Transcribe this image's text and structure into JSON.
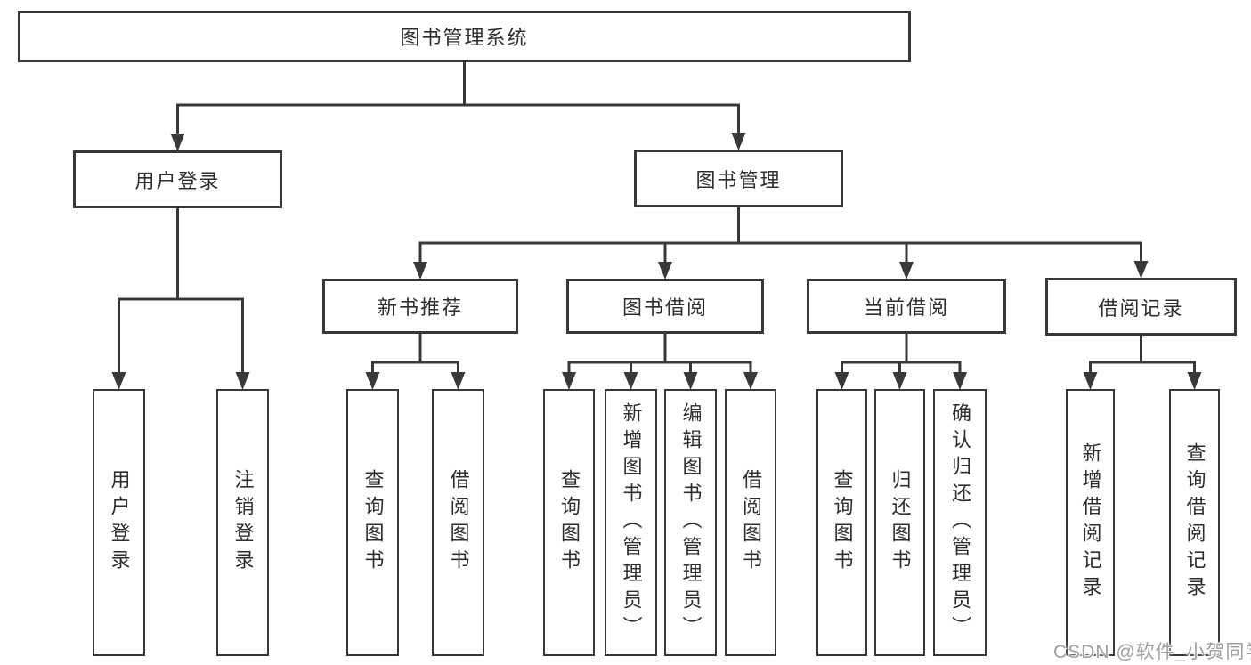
{
  "colors": {
    "line": "#383838",
    "text": "#2e2e2e",
    "background": "#ffffff",
    "watermark": "#a0a0a0"
  },
  "watermark": {
    "text": "CSDN @软件_小贺同学"
  },
  "tree": {
    "id": "root",
    "label": "图书管理系统",
    "children": [
      {
        "id": "user-login",
        "label": "用户登录",
        "children": [
          {
            "id": "leaf-user-login",
            "label": "用户登录"
          },
          {
            "id": "leaf-logout",
            "label": "注销登录"
          }
        ]
      },
      {
        "id": "book-mgmt",
        "label": "图书管理",
        "children": [
          {
            "id": "new-book-recommend",
            "label": "新书推荐",
            "children": [
              {
                "id": "rec-query-book",
                "label": "查询图书"
              },
              {
                "id": "rec-borrow-book",
                "label": "借阅图书"
              }
            ]
          },
          {
            "id": "book-borrow",
            "label": "图书借阅",
            "children": [
              {
                "id": "bor-query-book",
                "label": "查询图书"
              },
              {
                "id": "bor-add-book",
                "label": "新增图书（管理员）"
              },
              {
                "id": "bor-edit-book",
                "label": "编辑图书（管理员）"
              },
              {
                "id": "bor-borrow-book",
                "label": "借阅图书"
              }
            ]
          },
          {
            "id": "current-borrow",
            "label": "当前借阅",
            "children": [
              {
                "id": "cur-query-book",
                "label": "查询图书"
              },
              {
                "id": "cur-return-book",
                "label": "归还图书"
              },
              {
                "id": "cur-confirm-return",
                "label": "确认归还（管理员）"
              }
            ]
          },
          {
            "id": "borrow-records",
            "label": "借阅记录",
            "children": [
              {
                "id": "rcd-add-record",
                "label": "新增借阅记录"
              },
              {
                "id": "rcd-query-record",
                "label": "查询借阅记录"
              }
            ]
          }
        ]
      }
    ]
  }
}
